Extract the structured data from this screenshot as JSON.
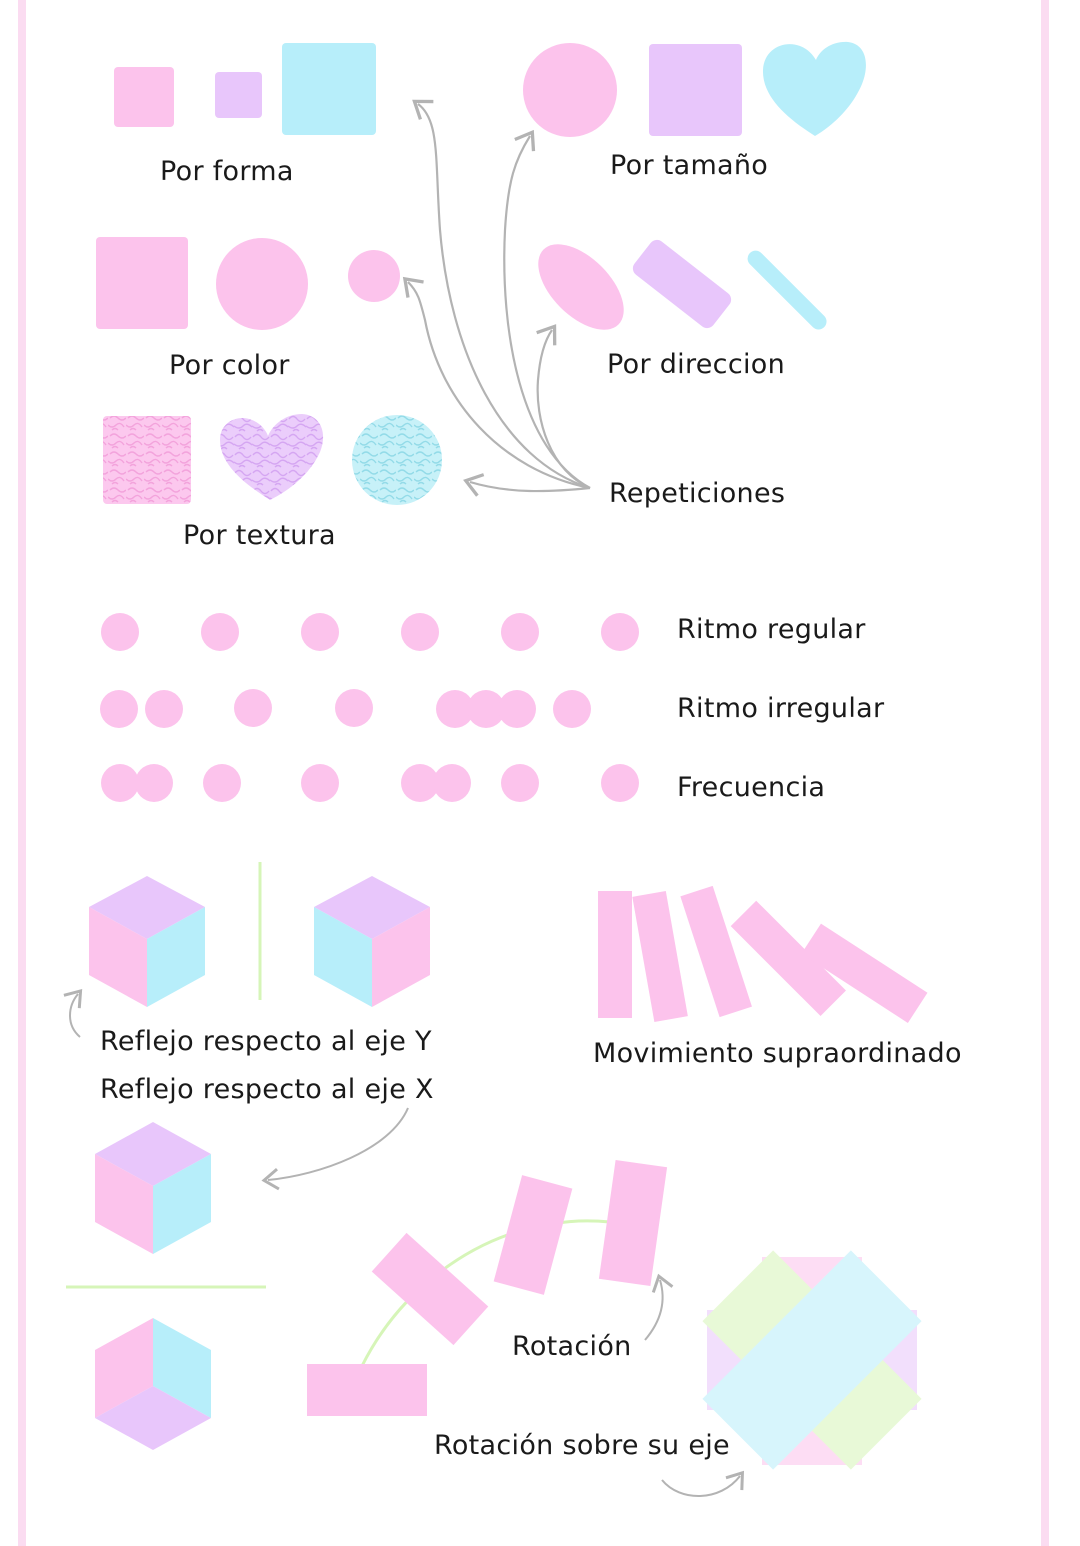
{
  "colors": {
    "pink": "#fcc3ec",
    "lilac": "#e8c6fb",
    "cyan": "#b7eefa",
    "green": "#d6f5b8",
    "arrow": "#b3b3b3",
    "border": "#fbdcf1"
  },
  "labels": {
    "forma": "Por forma",
    "tamano": "Por tamaño",
    "color": "Por color",
    "direccion": "Por direccion",
    "textura": "Por textura",
    "repeticiones": "Repeticiones",
    "ritmo_regular": "Ritmo regular",
    "ritmo_irregular": "Ritmo irregular",
    "frecuencia": "Frecuencia",
    "reflejo_y": "Reflejo respecto al eje Y",
    "reflejo_x": "Reflejo respecto al eje X",
    "movimiento": "Movimiento supraordinado",
    "rotacion": "Rotación",
    "rotacion_eje": "Rotación sobre su eje"
  }
}
